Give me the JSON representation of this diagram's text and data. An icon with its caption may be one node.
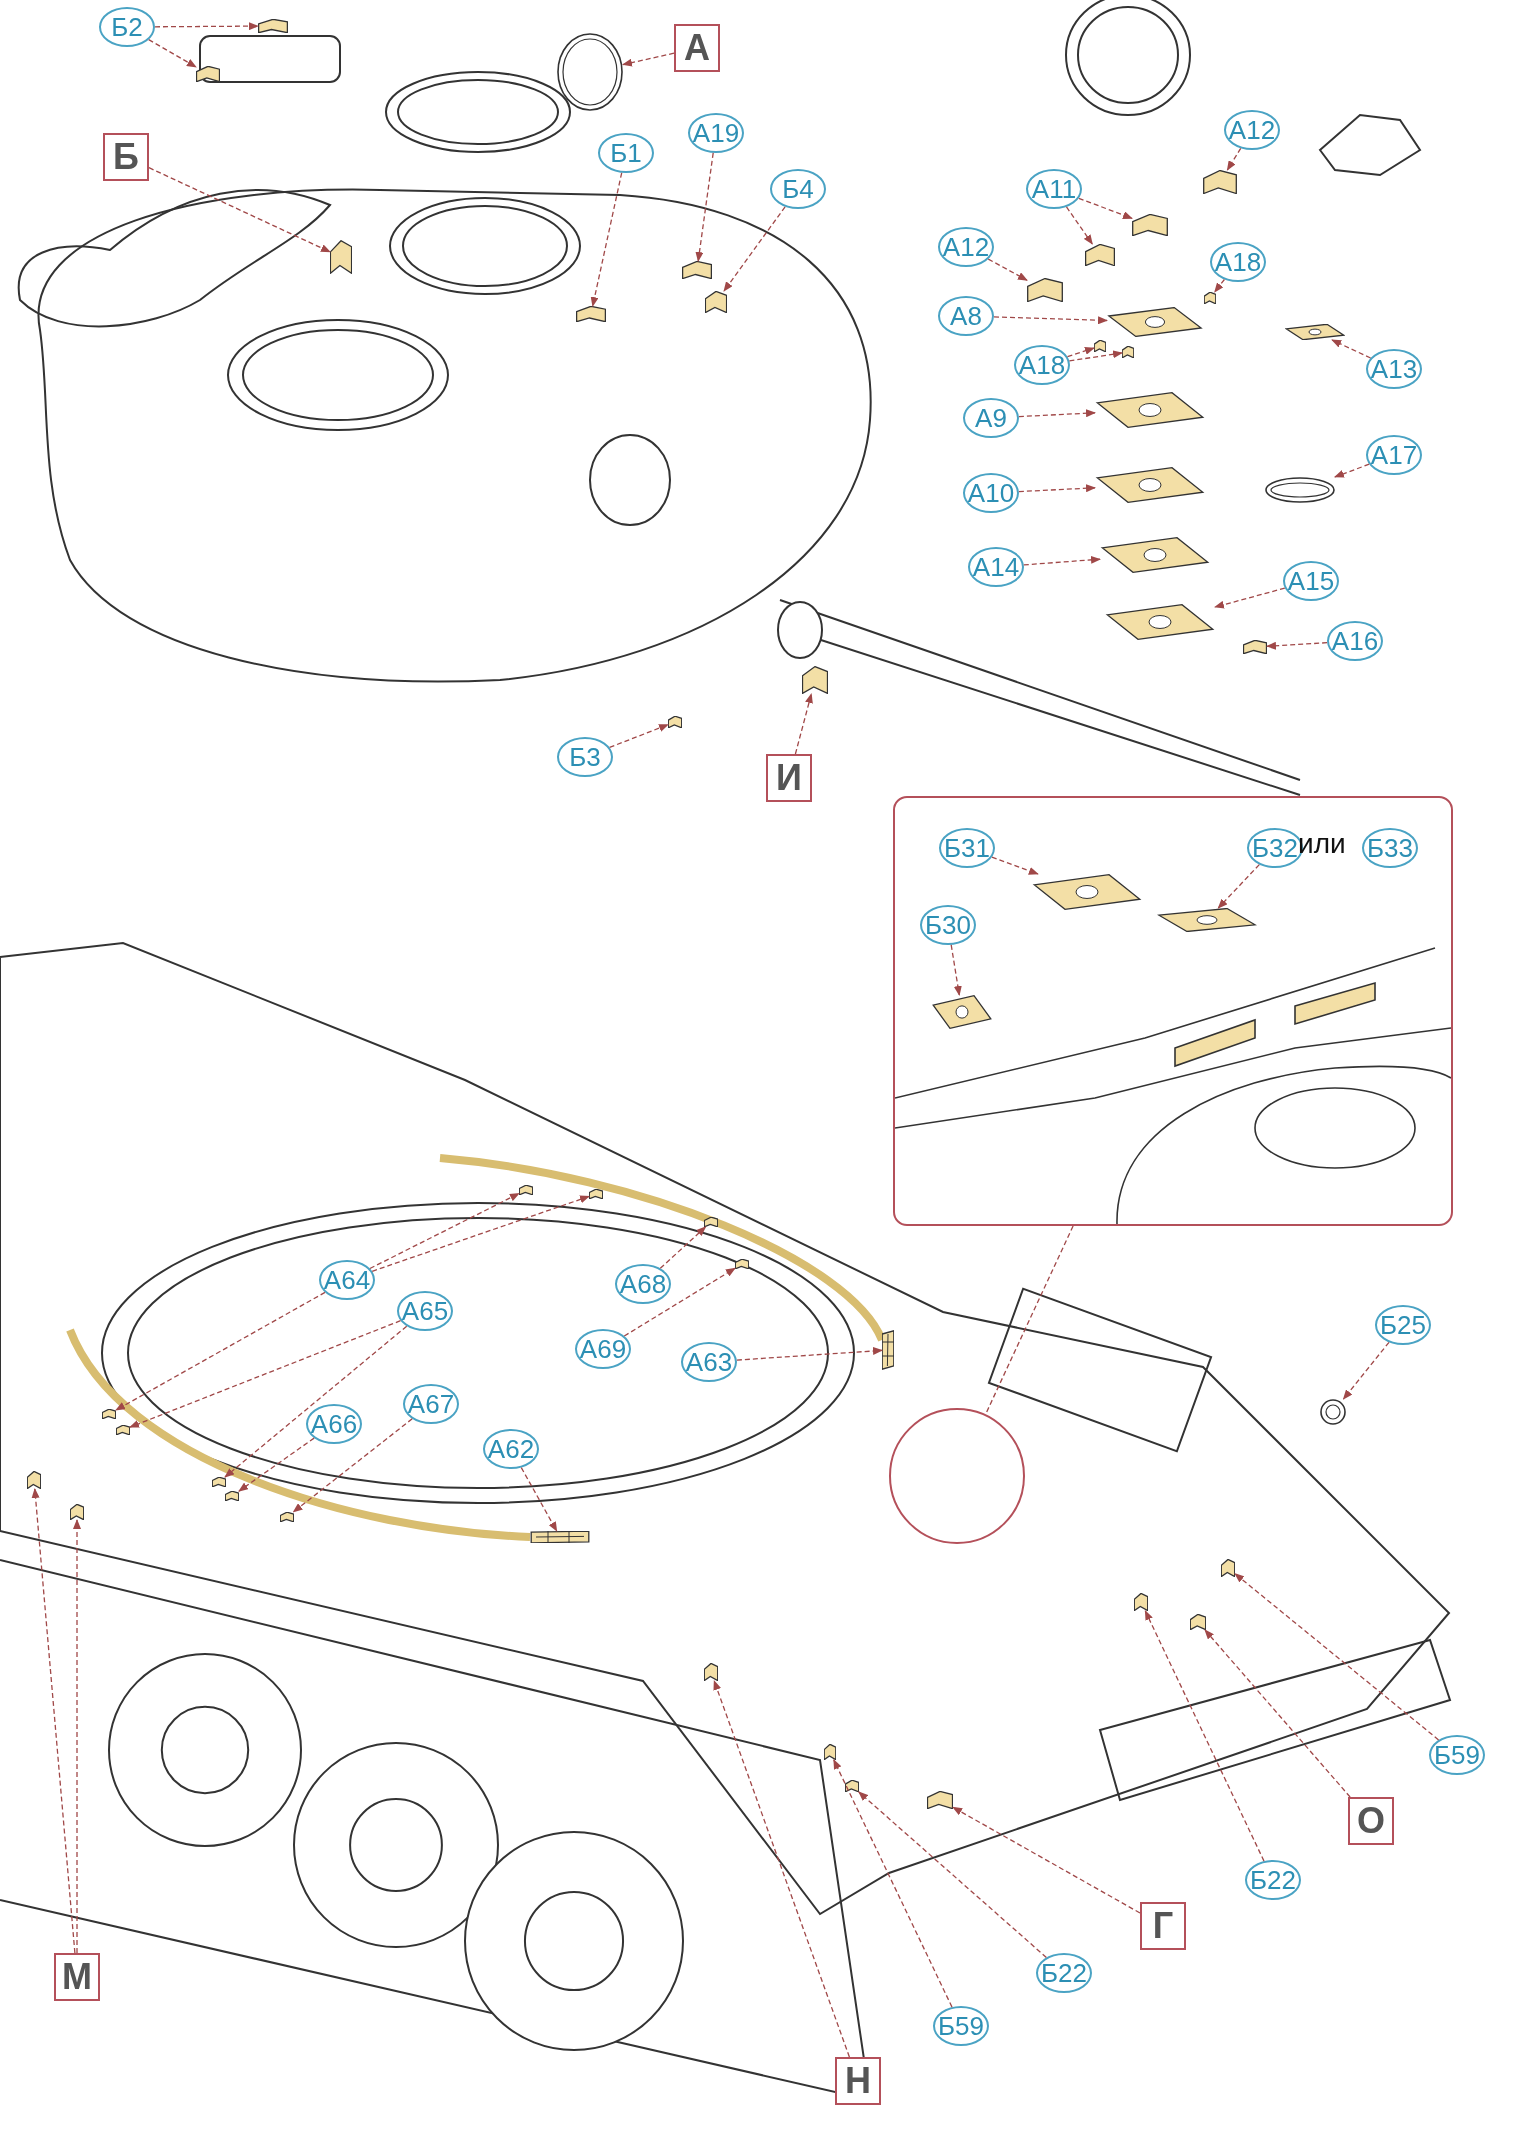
{
  "diagram": {
    "nodes": [
      {
        "text": [
          "Б2"
        ]
      },
      {
        "text": [
          "А"
        ]
      },
      {
        "text": [
          "Б"
        ]
      },
      {
        "text": [
          "Б1"
        ]
      },
      {
        "text": [
          "А19"
        ]
      },
      {
        "text": [
          "Б4"
        ]
      },
      {
        "text": [
          "А12"
        ]
      },
      {
        "text": [
          "А11"
        ]
      },
      {
        "text": [
          "А12"
        ]
      },
      {
        "text": [
          "А18"
        ]
      },
      {
        "text": [
          "А8"
        ]
      },
      {
        "text": [
          "А18"
        ]
      },
      {
        "text": [
          "А13"
        ]
      },
      {
        "text": [
          "А9"
        ]
      },
      {
        "text": [
          "А17"
        ]
      },
      {
        "text": [
          "А10"
        ]
      },
      {
        "text": [
          "А14"
        ]
      },
      {
        "text": [
          "А15"
        ]
      },
      {
        "text": [
          "А16"
        ]
      },
      {
        "text": [
          "Б3"
        ]
      },
      {
        "text": [
          "И"
        ]
      },
      {
        "text": [],
        "shape": "box"
      },
      {
        "text": [
          "Б31"
        ],
        "in": 21
      },
      {
        "text": [
          "Б32"
        ],
        "in": 21
      },
      {
        "text": [
          "Б33"
        ],
        "in": 21
      },
      {
        "text": [
          "Б30"
        ],
        "in": 21
      },
      {
        "text": [
          "А64"
        ]
      },
      {
        "text": [
          "А68"
        ]
      },
      {
        "text": [
          "А65"
        ]
      },
      {
        "text": [
          "Б25"
        ]
      },
      {
        "text": [
          "А69"
        ]
      },
      {
        "text": [
          "А63"
        ]
      },
      {
        "text": [
          "А67"
        ]
      },
      {
        "text": [
          "А66"
        ]
      },
      {
        "text": [
          "А62"
        ]
      },
      {
        "text": [
          "Б59"
        ]
      },
      {
        "text": [
          "О"
        ]
      },
      {
        "text": [
          "Б22"
        ]
      },
      {
        "text": [
          "Г"
        ]
      },
      {
        "text": [
          "Б22"
        ]
      },
      {
        "text": [
          "М"
        ]
      },
      {
        "text": [
          "Б59"
        ]
      },
      {
        "text": [
          "Н"
        ]
      },
      {
        "text": [],
        "shape": "picture"
      },
      {
        "text": [],
        "shape": "picture"
      },
      {
        "text": [],
        "shape": "picture"
      },
      {
        "text": [],
        "shape": "picture"
      },
      {
        "text": [],
        "shape": "picture"
      },
      {
        "text": [],
        "shape": "picture"
      },
      {
        "text": [],
        "shape": "picture"
      },
      {
        "text": [],
        "shape": "picture"
      },
      {
        "text": [],
        "shape": "picture"
      },
      {
        "text": [],
        "shape": "picture"
      },
      {
        "text": [],
        "shape": "picture"
      },
      {
        "text": [],
        "shape": "picture"
      },
      {
        "text": [],
        "shape": "picture"
      },
      {
        "text": [],
        "shape": "picture"
      },
      {
        "text": [],
        "shape": "picture"
      },
      {
        "text": [],
        "shape": "picture"
      },
      {
        "text": [],
        "shape": "picture"
      },
      {
        "text": [],
        "shape": "picture"
      },
      {
        "text": [],
        "shape": "picture"
      },
      {
        "text": [],
        "shape": "picture"
      },
      {
        "text": [],
        "shape": "picture"
      },
      {
        "text": [],
        "shape": "picture"
      },
      {
        "text": [],
        "shape": "picture"
      },
      {
        "text": [],
        "shape": "picture"
      },
      {
        "text": [],
        "shape": "picture",
        "in": 21
      },
      {
        "text": [],
        "shape": "picture",
        "in": 21
      },
      {
        "text": [],
        "shape": "picture",
        "in": 21
      },
      {
        "text": [],
        "shape": "circle"
      },
      {
        "text": [],
        "shape": "picture"
      },
      {
        "text": [],
        "shape": "picture"
      },
      {
        "text": [],
        "shape": "picture"
      },
      {
        "text": [],
        "shape": "picture"
      },
      {
        "text": [],
        "shape": "picture"
      },
      {
        "text": [],
        "shape": "picture"
      },
      {
        "text": [],
        "shape": "picture"
      },
      {
        "text": [],
        "shape": "picture"
      },
      {
        "text": [],
        "shape": "picture"
      },
      {
        "text": [],
        "shape": "picture"
      },
      {
        "text": [],
        "shape": "picture"
      },
      {
        "text": [],
        "shape": "picture"
      },
      {
        "text": [],
        "shape": "picture"
      },
      {
        "text": [],
        "shape": "picture"
      },
      {
        "text": [],
        "shape": "picture"
      },
      {
        "text": [],
        "shape": "picture"
      },
      {
        "text": [],
        "shape": "picture"
      },
      {
        "text": [],
        "shape": "picture"
      },
      {
        "text": [],
        "shape": "picture"
      },
      {
        "text": [],
        "shape": "picture"
      },
      {
        "text": [],
        "shape": "picture"
      }
    ],
    "edges": [
      {
        "from": 0,
        "to": 43,
        "arrow": "to"
      },
      {
        "from": 0,
        "to": 44,
        "arrow": "to"
      },
      {
        "from": 1,
        "to": 45,
        "arrow": "to"
      },
      {
        "from": 2,
        "to": 46,
        "arrow": "to"
      },
      {
        "from": 3,
        "to": 47,
        "arrow": "to"
      },
      {
        "from": 4,
        "to": 48,
        "arrow": "to"
      },
      {
        "from": 5,
        "to": 49,
        "arrow": "to"
      },
      {
        "from": 6,
        "to": 50,
        "arrow": "to"
      },
      {
        "from": 7,
        "to": 51,
        "arrow": "to"
      },
      {
        "from": 7,
        "to": 52,
        "arrow": "to"
      },
      {
        "from": 8,
        "to": 53,
        "arrow": "to"
      },
      {
        "from": 9,
        "to": 55,
        "arrow": "to"
      },
      {
        "from": 10,
        "to": 54,
        "arrow": "to"
      },
      {
        "from": 11,
        "to": 56,
        "arrow": "to"
      },
      {
        "from": 11,
        "to": 57,
        "arrow": "to"
      },
      {
        "from": 12,
        "to": 58,
        "arrow": "to"
      },
      {
        "from": 13,
        "to": 59,
        "arrow": "to"
      },
      {
        "from": 14,
        "to": 60,
        "arrow": "to"
      },
      {
        "from": 15,
        "to": 61,
        "arrow": "to"
      },
      {
        "from": 16,
        "to": 62,
        "arrow": "to"
      },
      {
        "from": 17,
        "to": 63,
        "arrow": "to"
      },
      {
        "from": 18,
        "to": 64,
        "arrow": "to"
      },
      {
        "from": 19,
        "to": 65,
        "arrow": "to"
      },
      {
        "from": 20,
        "to": 66,
        "arrow": "to"
      },
      {
        "from": 22,
        "to": 67,
        "arrow": "to"
      },
      {
        "from": 23,
        "to": 68,
        "arrow": "to"
      },
      {
        "from": 25,
        "to": 69,
        "arrow": "to"
      },
      {
        "from": 21,
        "to": 70,
        "arrow": "none"
      },
      {
        "from": 26,
        "to": 71,
        "arrow": "to"
      },
      {
        "from": 26,
        "to": 72,
        "arrow": "to"
      },
      {
        "from": 26,
        "to": 73,
        "arrow": "to"
      },
      {
        "from": 27,
        "to": 74,
        "arrow": "to"
      },
      {
        "from": 28,
        "to": 75,
        "arrow": "to"
      },
      {
        "from": 28,
        "to": 76,
        "arrow": "to"
      },
      {
        "from": 29,
        "to": 77,
        "arrow": "to"
      },
      {
        "from": 30,
        "to": 78,
        "arrow": "to"
      },
      {
        "from": 31,
        "to": 79,
        "arrow": "to"
      },
      {
        "from": 32,
        "to": 80,
        "arrow": "to"
      },
      {
        "from": 33,
        "to": 81,
        "arrow": "to"
      },
      {
        "from": 34,
        "to": 82,
        "arrow": "to"
      },
      {
        "from": 35,
        "to": 83,
        "arrow": "to"
      },
      {
        "from": 36,
        "to": 84,
        "arrow": "to"
      },
      {
        "from": 37,
        "to": 85,
        "arrow": "to"
      },
      {
        "from": 38,
        "to": 86,
        "arrow": "to"
      },
      {
        "from": 39,
        "to": 87,
        "arrow": "to"
      },
      {
        "from": 40,
        "to": 88,
        "arrow": "to"
      },
      {
        "from": 40,
        "to": 89,
        "arrow": "to"
      },
      {
        "from": 41,
        "to": 90,
        "arrow": "to"
      },
      {
        "from": 42,
        "to": 91,
        "arrow": "to"
      }
    ],
    "labels": [
      "или"
    ]
  }
}
